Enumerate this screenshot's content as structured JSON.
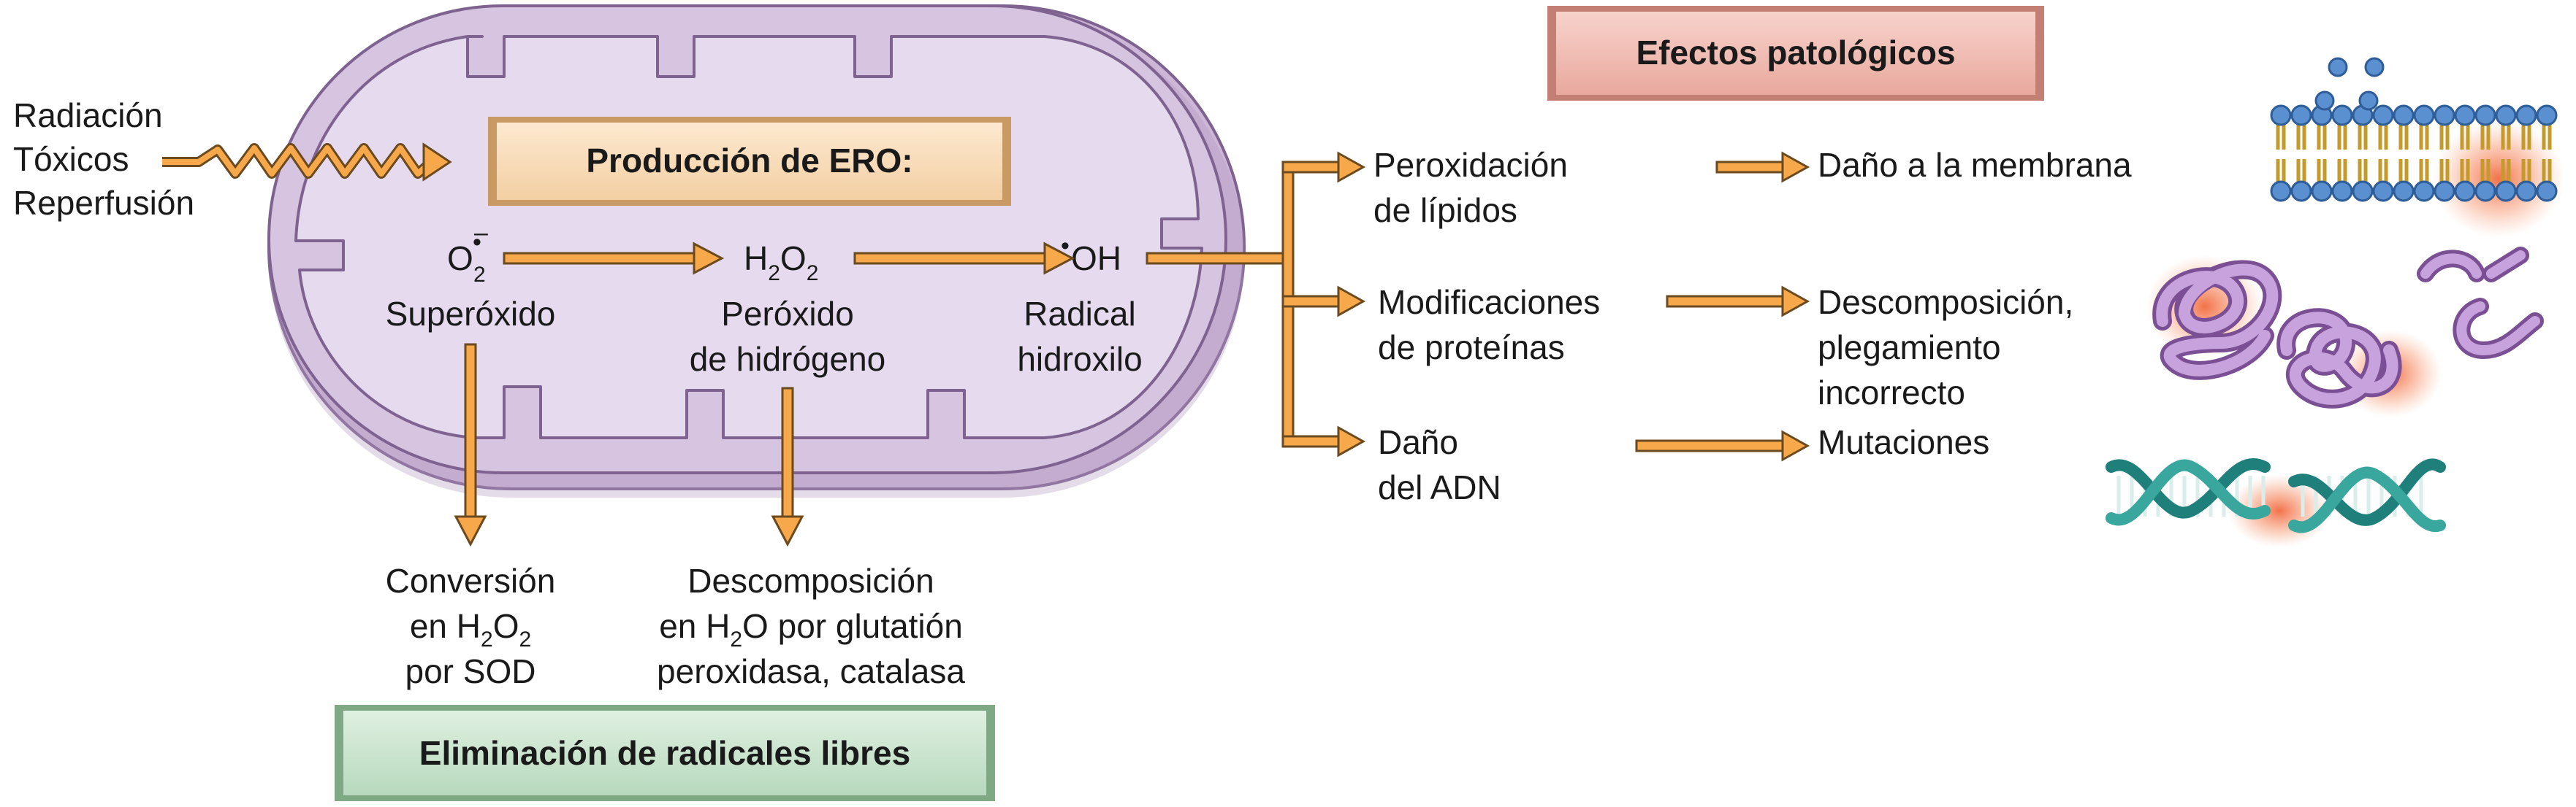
{
  "inputs": {
    "line1": "Radiación",
    "line2": "Tóxicos",
    "line3": "Reperfusión"
  },
  "production": {
    "title": "Producción de ERO:"
  },
  "species": {
    "superoxide": {
      "formula": "O",
      "sub": "2",
      "sup": "•",
      "minus": "–",
      "name": "Superóxido"
    },
    "peroxide": {
      "f1": "H",
      "s1": "2",
      "f2": "O",
      "s2": "2",
      "name1": "Peróxido",
      "name2": "de hidrógeno"
    },
    "hydroxyl": {
      "dot": "•",
      "formula": "OH",
      "name1": "Radical",
      "name2": "hidroxilo"
    }
  },
  "removal": {
    "conversion": {
      "line1": "Conversión",
      "line2a": "en H",
      "line2b": "2",
      "line2c": "O",
      "line2d": "2",
      "line3": "por SOD"
    },
    "decomposition": {
      "line1": "Descomposición",
      "line2a": "en H",
      "line2b": "2",
      "line2c": "O por glutatión",
      "line3": "peroxidasa, catalasa"
    },
    "title": "Eliminación de radicales libres"
  },
  "effects": {
    "title": "Efectos patológicos",
    "lipid": {
      "line1": "Peroxidación",
      "line2": "de lípidos",
      "result": "Daño a la membrana"
    },
    "protein": {
      "line1": "Modificaciones",
      "line2": "de proteínas",
      "result1": "Descomposición,",
      "result2": "plegamiento",
      "result3": "incorrecto"
    },
    "dna": {
      "line1": "Daño",
      "line2": "del ADN",
      "result": "Mutaciones"
    }
  },
  "colors": {
    "mito_outer": "#cdb6d8",
    "mito_inner": "#e4d8ee",
    "mito_stroke": "#7e6390",
    "arrow_fill": "#f7a84a",
    "arrow_stroke": "#6b4a1f",
    "prod_box": "#fbe3c6",
    "effects_box": "#f2c3bb",
    "removal_box": "#cfe8d3"
  }
}
